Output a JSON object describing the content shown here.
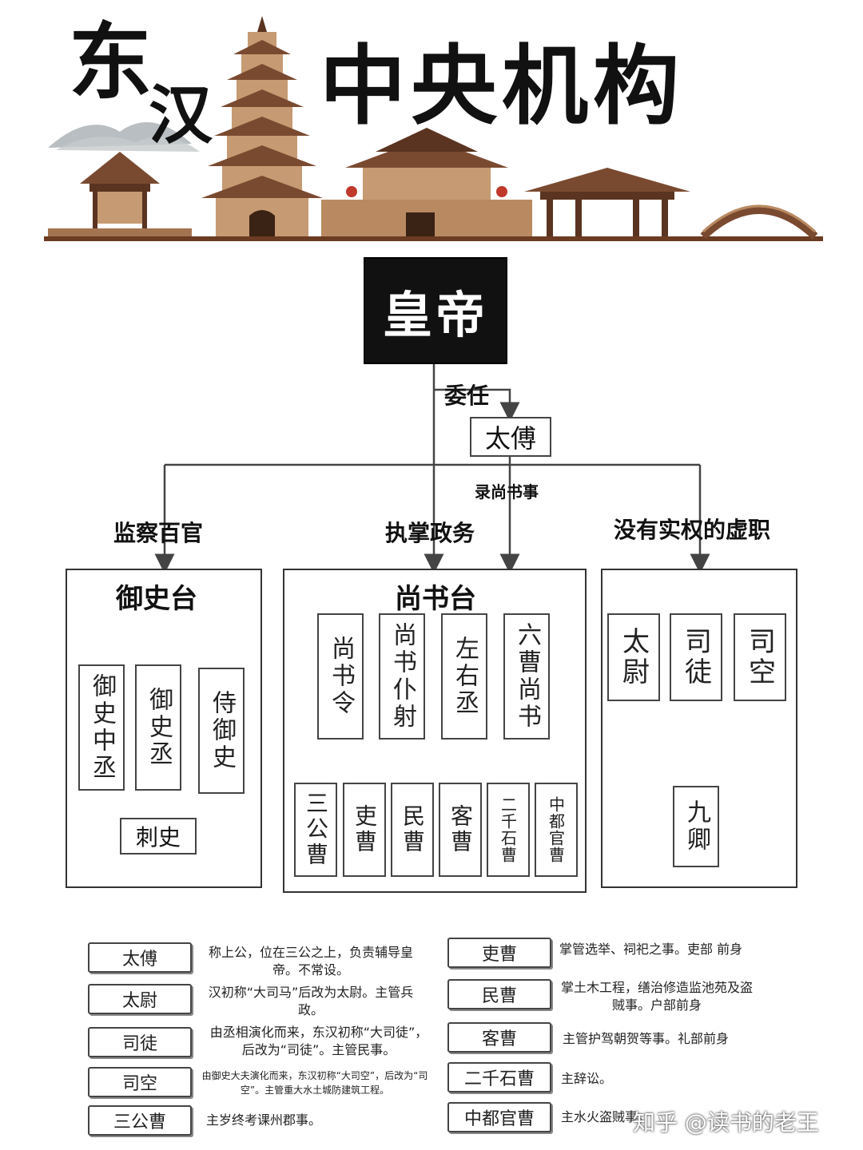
{
  "header": {
    "title_dong": "东",
    "title_han": "汉",
    "title_main": "中央机构"
  },
  "root": {
    "label": "皇帝"
  },
  "taifu": {
    "edge_label": "委任",
    "label": "太傅"
  },
  "edges": {
    "left": "监察百官",
    "middle": "执掌政务",
    "right": "没有实权的虚职",
    "taifu_to_shangshu": "录尚书事"
  },
  "yushitai": {
    "title": "御史台",
    "officials": [
      "御史中丞",
      "御史丞",
      "侍御史"
    ],
    "cishi": "刺史"
  },
  "shangshutai": {
    "title": "尚书台",
    "officials": [
      "尚书令",
      "尚书仆射",
      "左右丞",
      "六曹尚书"
    ],
    "six_cao": [
      "三公曹",
      "吏曹",
      "民曹",
      "客曹",
      "二千石曹",
      "中都官曹"
    ]
  },
  "xuzhi": {
    "sangong": [
      "太尉",
      "司徒",
      "司空"
    ],
    "jiuqing": "九卿"
  },
  "legend_left": [
    {
      "name": "太傅",
      "desc": "称上公，位在三公之上，负责辅导皇帝。不常设。"
    },
    {
      "name": "太尉",
      "desc": "汉初称“大司马”后改为太尉。主管兵政。"
    },
    {
      "name": "司徒",
      "desc": "由丞相演化而来，东汉初称“大司徒”，后改为“司徒”。主管民事。"
    },
    {
      "name": "司空",
      "desc": "由御史大夫演化而来，东汉初称“大司空”，后改为“司空”。主管重大水土城防建筑工程。"
    },
    {
      "name": "三公曹",
      "desc": "主岁终考课州郡事。"
    }
  ],
  "legend_right": [
    {
      "name": "吏曹",
      "desc": "掌管选举、祠祀之事。吏部 前身"
    },
    {
      "name": "民曹",
      "desc": "掌土木工程，缮治修造监池苑及盗贼事。户部前身"
    },
    {
      "name": "客曹",
      "desc": "主管护驾朝贺等事。礼部前身"
    },
    {
      "name": "二千石曹",
      "desc": "主辞讼。"
    },
    {
      "name": "中都官曹",
      "desc": "主水火盗贼事。"
    }
  ],
  "watermark": "知乎 @读书的老王",
  "colors": {
    "line": "#444444",
    "emperor_bg": "#111111",
    "roof": "#7a4a30",
    "wall": "#b98a62"
  }
}
